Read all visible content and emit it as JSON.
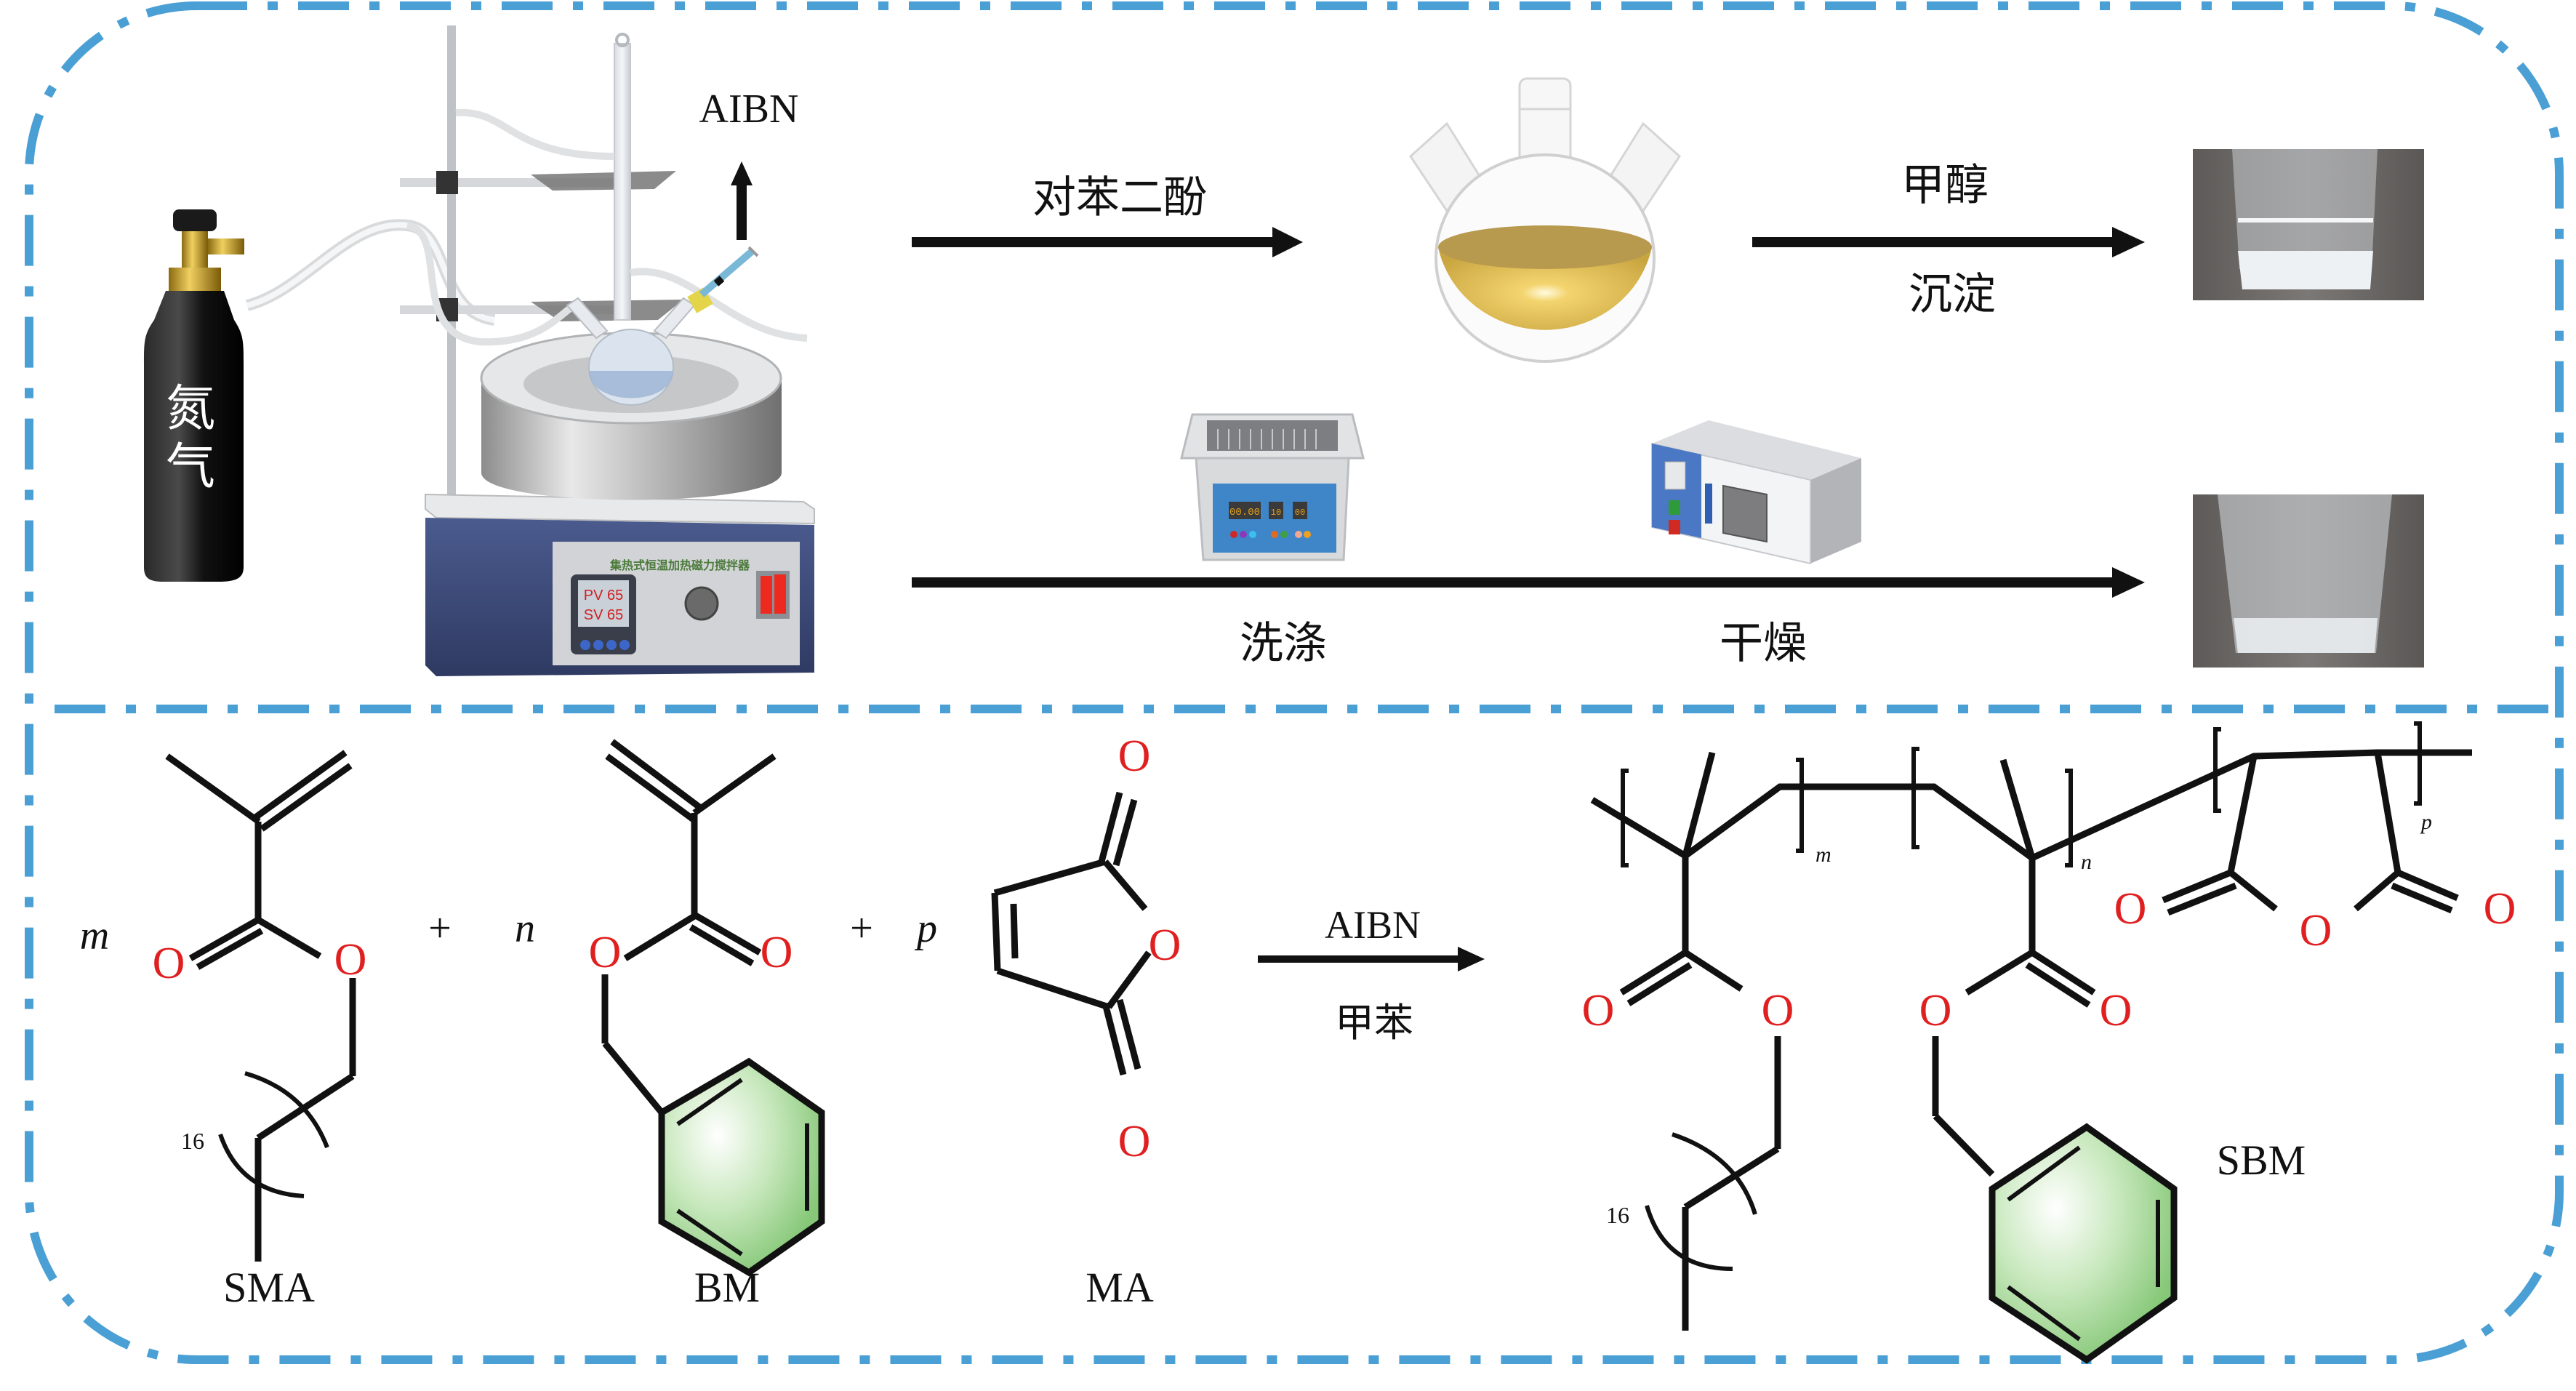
{
  "figure": {
    "colors": {
      "border": "#4a9fd4",
      "oxygen": "#e02020",
      "benzene_fill": "#8fcf7f",
      "solution": "#e9c45a",
      "heater_panel": "#3e4d7e",
      "cylinder": "#151515",
      "brass": "#c9a227"
    },
    "top_panel": {
      "gas_cylinder": {
        "label_line1": "氮",
        "label_line2": "气"
      },
      "apparatus": {
        "reagent_label": "AIBN",
        "heater_title": "集热式恒温加热磁力搅拌器",
        "display_pv": "PV 65",
        "display_sv": "SV 65"
      },
      "step1": {
        "label": "对苯二酚"
      },
      "step2": {
        "label_top": "甲醇",
        "label_bottom": "沉淀"
      },
      "ultrasonic_bath": {
        "display_main": "00.00",
        "display_a": "10",
        "display_b": "00"
      },
      "step3": {
        "label_wash": "洗涤",
        "label_dry": "干燥"
      }
    },
    "bottom_panel": {
      "coeff_m": "m",
      "coeff_n": "n",
      "coeff_p": "p",
      "plus": "+",
      "oxygen": "O",
      "chain_repeat": "16",
      "monomers": [
        {
          "name": "SMA"
        },
        {
          "name": "BM"
        },
        {
          "name": "MA"
        }
      ],
      "conditions": {
        "top": "AIBN",
        "bottom": "甲苯"
      },
      "product": {
        "name": "SBM",
        "sub_m": "m",
        "sub_n": "n",
        "sub_p": "p"
      }
    }
  }
}
